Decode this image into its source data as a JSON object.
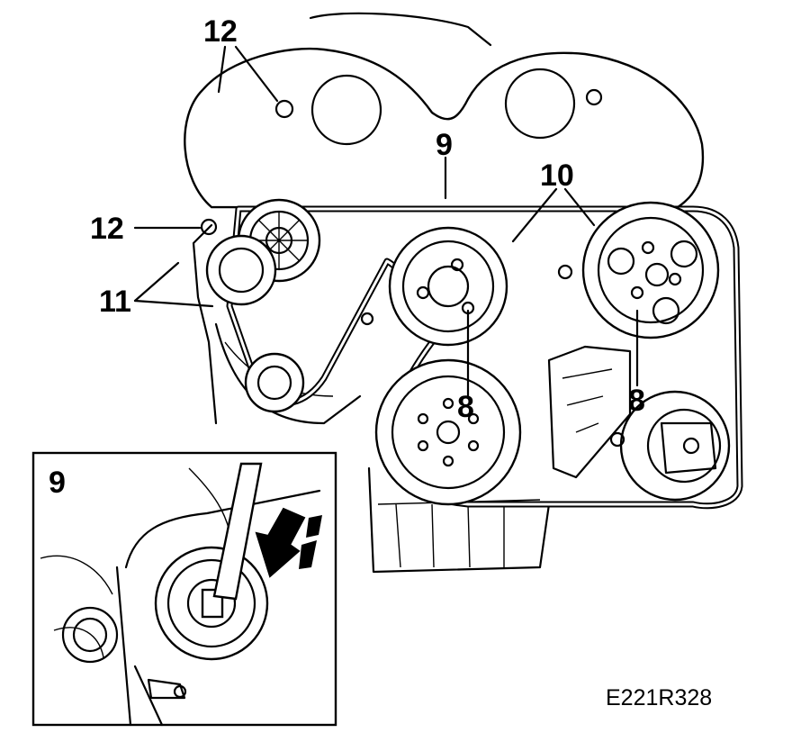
{
  "labels": {
    "callout_12_top": "12",
    "callout_9": "9",
    "callout_10": "10",
    "callout_12_left": "12",
    "callout_11": "11",
    "callout_8_center": "8",
    "callout_8_right": "8",
    "inset_9": "9"
  },
  "figure_code": "E221R328"
}
